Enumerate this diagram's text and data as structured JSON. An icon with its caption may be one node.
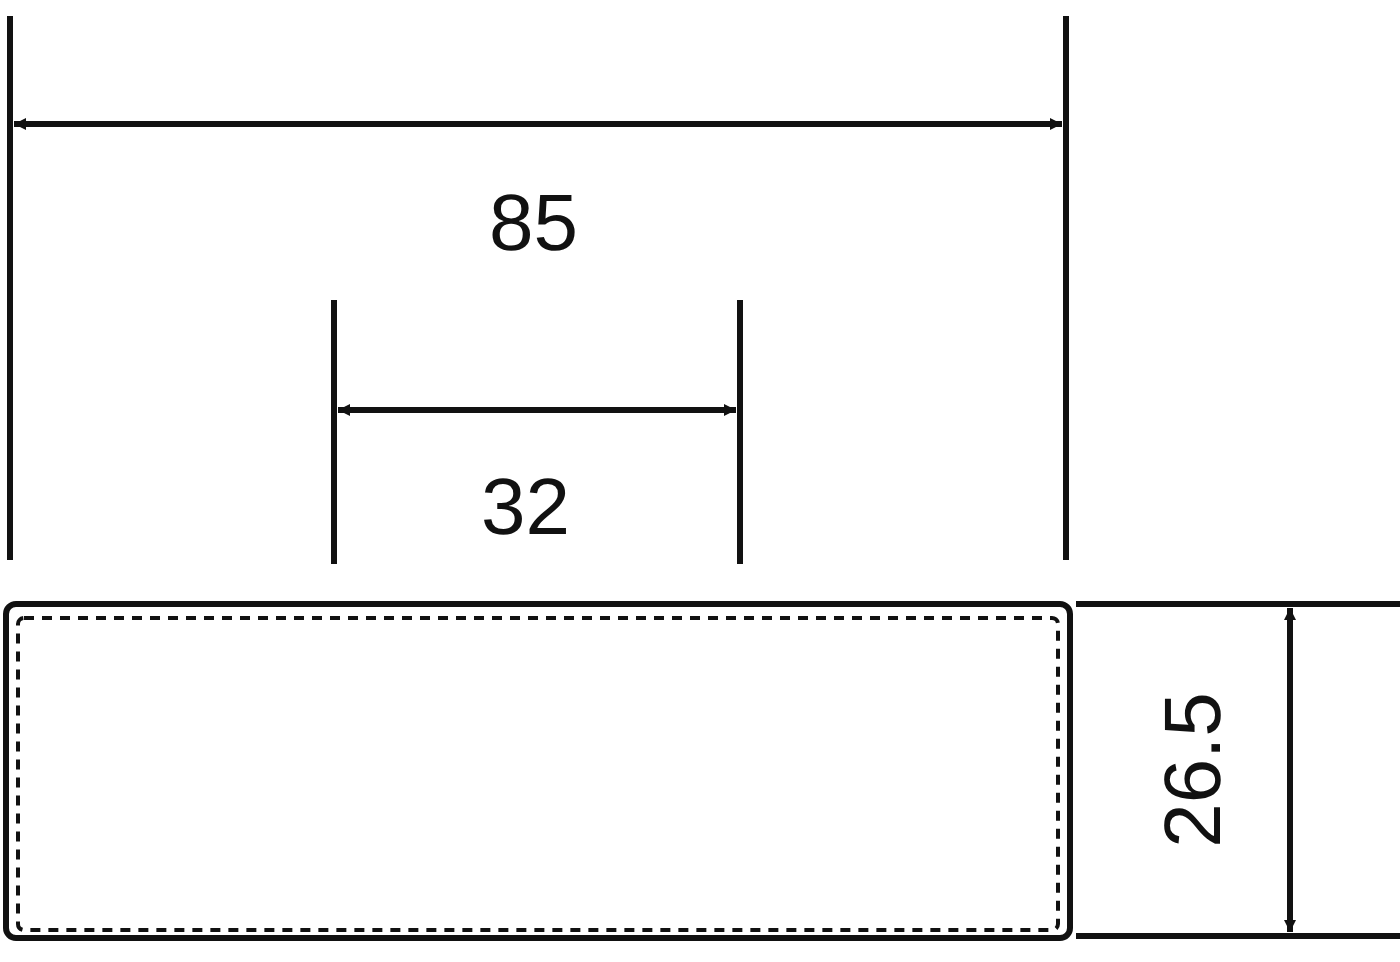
{
  "diagram": {
    "labels": [
      "85",
      "32",
      "26.5"
    ]
  }
}
